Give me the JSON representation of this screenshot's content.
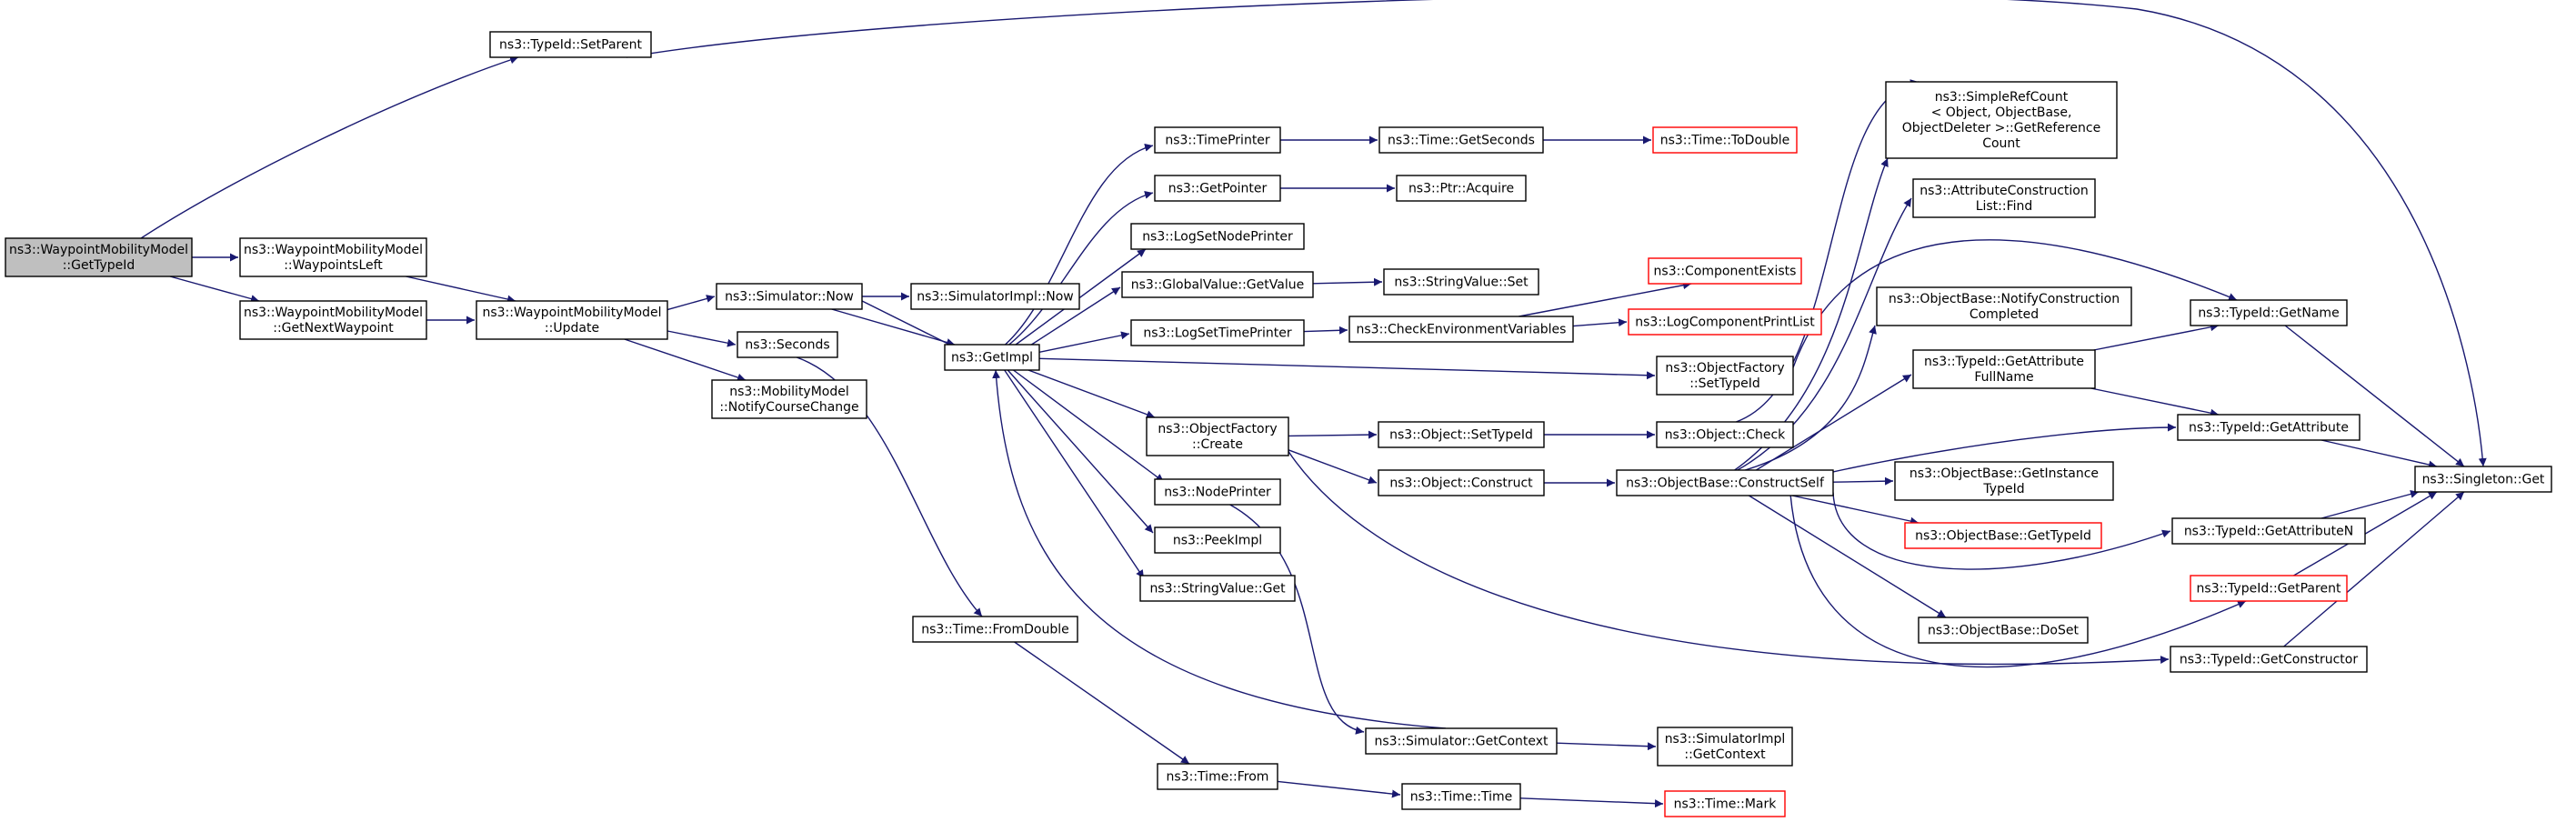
{
  "nodes": {
    "n0": {
      "lines": [
        "ns3::WaypointMobilityModel",
        "::GetTypeId"
      ]
    },
    "n1": {
      "lines": [
        "ns3::TypeId::SetParent"
      ]
    },
    "n2": {
      "lines": [
        "ns3::WaypointMobilityModel",
        "::WaypointsLeft"
      ]
    },
    "n3": {
      "lines": [
        "ns3::WaypointMobilityModel",
        "::GetNextWaypoint"
      ]
    },
    "n4": {
      "lines": [
        "ns3::WaypointMobilityModel",
        "::Update"
      ]
    },
    "n5": {
      "lines": [
        "ns3::Simulator::Now"
      ]
    },
    "n6": {
      "lines": [
        "ns3::Seconds"
      ]
    },
    "n7": {
      "lines": [
        "ns3::MobilityModel",
        "::NotifyCourseChange"
      ]
    },
    "n8": {
      "lines": [
        "ns3::SimulatorImpl::Now"
      ]
    },
    "n9": {
      "lines": [
        "ns3::GetImpl"
      ]
    },
    "n10": {
      "lines": [
        "ns3::Time::FromDouble"
      ]
    },
    "n11": {
      "lines": [
        "ns3::TimePrinter"
      ]
    },
    "n12": {
      "lines": [
        "ns3::GetPointer"
      ]
    },
    "n13": {
      "lines": [
        "ns3::LogSetNodePrinter"
      ]
    },
    "n14": {
      "lines": [
        "ns3::GlobalValue::GetValue"
      ]
    },
    "n15": {
      "lines": [
        "ns3::LogSetTimePrinter"
      ]
    },
    "n16": {
      "lines": [
        "ns3::ObjectFactory",
        "::Create"
      ]
    },
    "n17": {
      "lines": [
        "ns3::NodePrinter"
      ]
    },
    "n18": {
      "lines": [
        "ns3::PeekImpl"
      ]
    },
    "n19": {
      "lines": [
        "ns3::StringValue::Get"
      ]
    },
    "n20": {
      "lines": [
        "ns3::Time::From"
      ]
    },
    "n21": {
      "lines": [
        "ns3::Time::GetSeconds"
      ]
    },
    "n22": {
      "lines": [
        "ns3::Ptr::Acquire"
      ]
    },
    "n23": {
      "lines": [
        "ns3::StringValue::Set"
      ]
    },
    "n24": {
      "lines": [
        "ns3::CheckEnvironmentVariables"
      ]
    },
    "n25": {
      "lines": [
        "ns3::Object::SetTypeId"
      ]
    },
    "n26": {
      "lines": [
        "ns3::Object::Construct"
      ]
    },
    "n27": {
      "lines": [
        "ns3::Simulator::GetContext"
      ]
    },
    "n28": {
      "lines": [
        "ns3::Time::Time"
      ]
    },
    "n29": {
      "lines": [
        "ns3::Time::ToDouble"
      ]
    },
    "n30": {
      "lines": [
        "ns3::ComponentExists"
      ]
    },
    "n31": {
      "lines": [
        "ns3::LogComponentPrintList"
      ]
    },
    "n32": {
      "lines": [
        "ns3::ObjectFactory",
        "::SetTypeId"
      ]
    },
    "n33": {
      "lines": [
        "ns3::Object::Check"
      ]
    },
    "n34": {
      "lines": [
        "ns3::ObjectBase::ConstructSelf"
      ]
    },
    "n35": {
      "lines": [
        "ns3::SimulatorImpl",
        "::GetContext"
      ]
    },
    "n36": {
      "lines": [
        "ns3::Time::Mark"
      ]
    },
    "n37": {
      "lines": [
        "ns3::SimpleRefCount",
        "< Object, ObjectBase,",
        "ObjectDeleter >::GetReference",
        "Count"
      ]
    },
    "n38": {
      "lines": [
        "ns3::AttributeConstruction",
        "List::Find"
      ]
    },
    "n39": {
      "lines": [
        "ns3::ObjectBase::NotifyConstruction",
        "Completed"
      ]
    },
    "n40": {
      "lines": [
        "ns3::TypeId::GetAttribute",
        "FullName"
      ]
    },
    "n41": {
      "lines": [
        "ns3::ObjectBase::GetInstance",
        "TypeId"
      ]
    },
    "n42": {
      "lines": [
        "ns3::ObjectBase::GetTypeId"
      ]
    },
    "n43": {
      "lines": [
        "ns3::ObjectBase::DoSet"
      ]
    },
    "n44": {
      "lines": [
        "ns3::TypeId::GetName"
      ]
    },
    "n45": {
      "lines": [
        "ns3::TypeId::GetAttribute"
      ]
    },
    "n46": {
      "lines": [
        "ns3::TypeId::GetAttributeN"
      ]
    },
    "n47": {
      "lines": [
        "ns3::TypeId::GetParent"
      ]
    },
    "n48": {
      "lines": [
        "ns3::TypeId::GetConstructor"
      ]
    },
    "n49": {
      "lines": [
        "ns3::Singleton::Get"
      ]
    }
  },
  "colors": {
    "edge": "#191970",
    "highlight_fill": "#bfbfbf",
    "incomplete_border": "#ff0000"
  }
}
